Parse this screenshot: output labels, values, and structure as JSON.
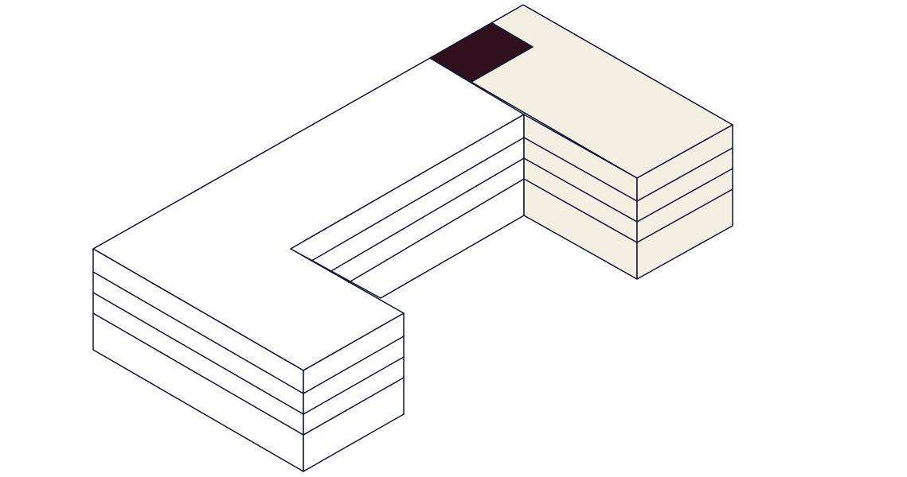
{
  "colors": {
    "background": "#ffffff",
    "outline": "#0f1433",
    "main_wing_fill": "#ffffff",
    "highlighted_wing_fill": "#f4efe3",
    "selected_unit_fill": "#31101d"
  },
  "building": {
    "floors": 4,
    "wings": [
      {
        "name": "main-wing",
        "highlighted": false
      },
      {
        "name": "side-wing",
        "highlighted": true
      }
    ],
    "selected_unit": {
      "floor": 4,
      "wing": "side-wing"
    }
  }
}
